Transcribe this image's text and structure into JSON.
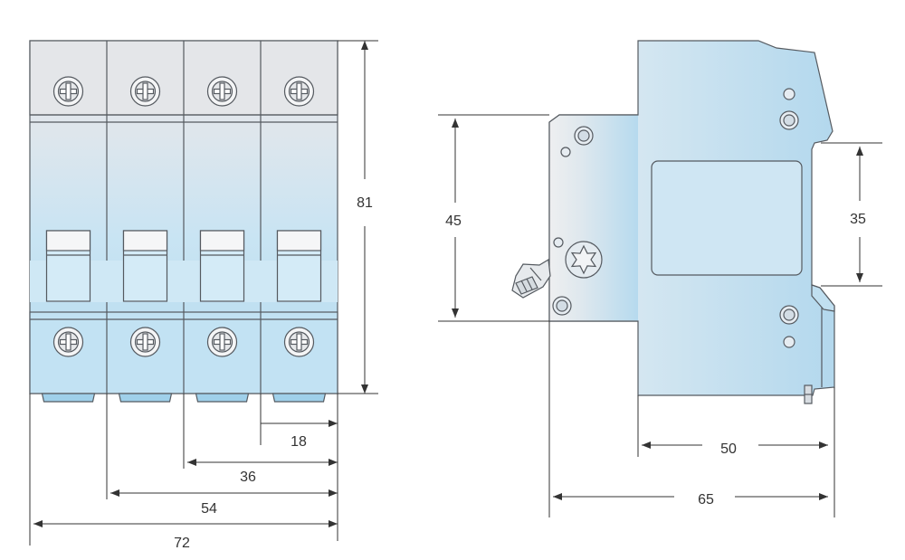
{
  "front_view": {
    "poles": 4,
    "dimensions": {
      "height": "81",
      "pole_width": "18",
      "two_pole": "36",
      "three_pole": "54",
      "total_width": "72"
    }
  },
  "side_view": {
    "dimensions": {
      "front_height": "45",
      "din_rail": "35",
      "depth_body": "50",
      "depth_total": "65"
    }
  },
  "colors": {
    "body_top": "#e4e6e9",
    "body_light": "#eef6fb",
    "body_blue": "#b9dcef",
    "outline": "#555a60",
    "dimension_line": "#333333"
  }
}
